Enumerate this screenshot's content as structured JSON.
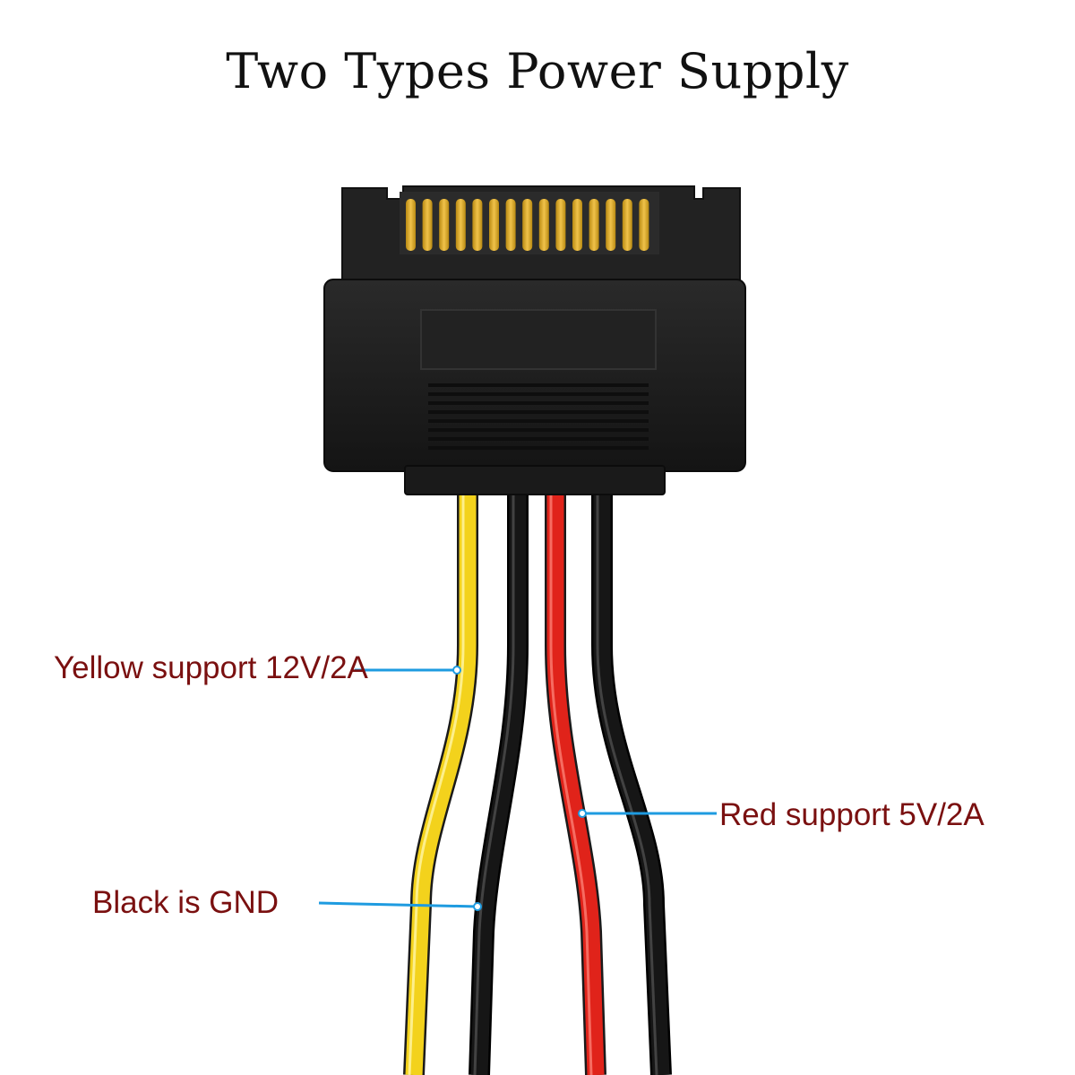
{
  "title": "Two Types Power Supply",
  "labels": {
    "yellow": "Yellow support 12V/2A",
    "red": "Red support 5V/2A",
    "black": "Black is GND"
  },
  "colors": {
    "label_text": "#7a1010",
    "leader_line": "#1e9be0",
    "wire_yellow": "#f3d21c",
    "wire_red": "#e0231a",
    "wire_black": "#161616",
    "connector_body": "#1c1c1c",
    "pins": "#d8a526"
  }
}
